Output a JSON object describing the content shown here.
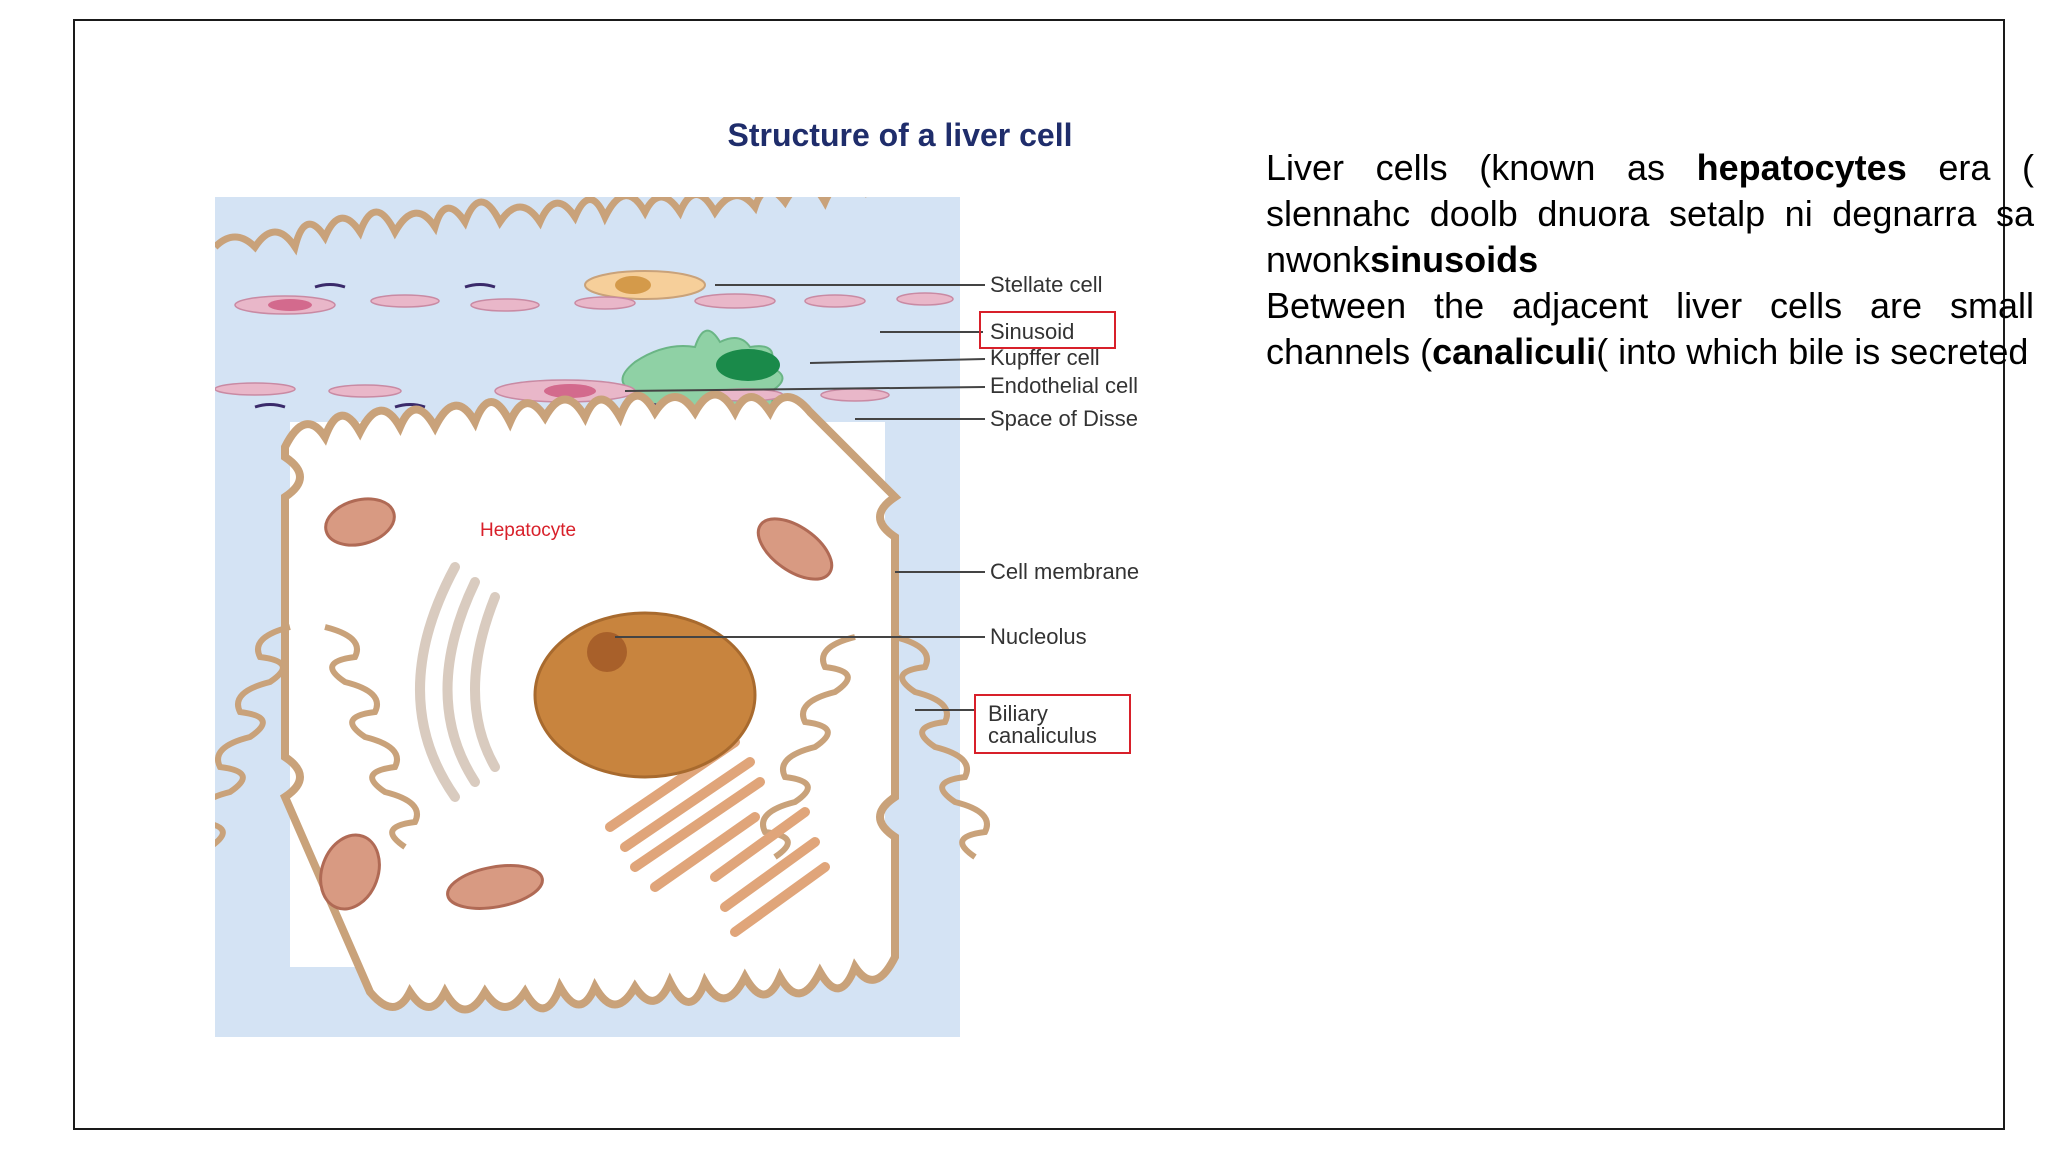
{
  "figure": {
    "title": "Structure of a liver cell",
    "labels": {
      "stellate_cell": "Stellate cell",
      "sinusoid": "Sinusoid",
      "kupffer_cell": "Kupffer cell",
      "endothelial_cell": "Endothelial cell",
      "space_of_disse": "Space of Disse",
      "cell_membrane": "Cell membrane",
      "nucleolus": "Nucleolus",
      "biliary_line1": "Biliary",
      "biliary_line2": "canaliculus",
      "hepatocyte": "Hepatocyte"
    },
    "highlight_color": "#d8202a"
  },
  "text": {
    "p1_a": "Liver cells (known as ",
    "p1_b": "hepatocytes",
    "p1_c": " era ( slennahc doolb dnuora setalp ni degnarra sa nwonk",
    "p1_d": "sinusoids",
    "p2_a": "Between the adjacent liver cells are small channels (",
    "p2_b": "canaliculi",
    "p2_c": "( into which bile is secreted"
  },
  "colors": {
    "title": "#1f2d6b",
    "membrane": "#c9a27a",
    "sinusoid_bg": "#cfe0f3",
    "nucleus": "#c8843e",
    "kupffer": "#7cc99a"
  }
}
